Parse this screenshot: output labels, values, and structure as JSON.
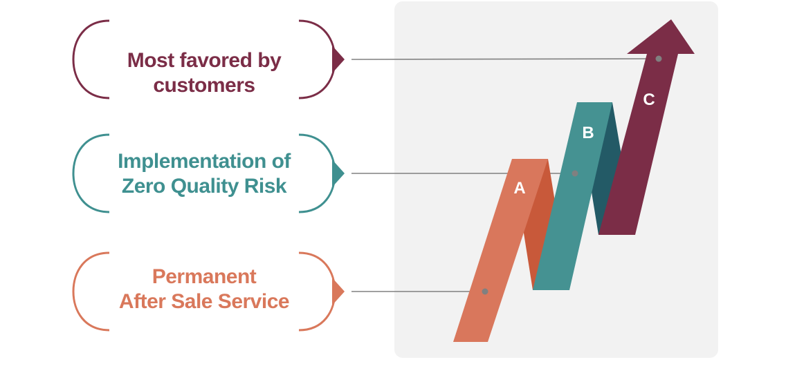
{
  "items": [
    {
      "key": "C",
      "lines": [
        "Most favored by customers"
      ],
      "color": "#7b2d47"
    },
    {
      "key": "B",
      "lines": [
        "Implementation of",
        "Zero Quality Risk"
      ],
      "color": "#3f9090"
    },
    {
      "key": "A",
      "lines": [
        "Permanent",
        "After Sale Service"
      ],
      "color": "#d9785b"
    }
  ],
  "ribbons": {
    "A": {
      "letter": "A",
      "light": "#d9775c",
      "dark": "#c8593a"
    },
    "B": {
      "letter": "B",
      "light": "#459292",
      "dark": "#235a66"
    },
    "C": {
      "letter": "C",
      "light": "#7b2d47",
      "dark": "#6a2440"
    }
  },
  "connector_color": "#808080"
}
